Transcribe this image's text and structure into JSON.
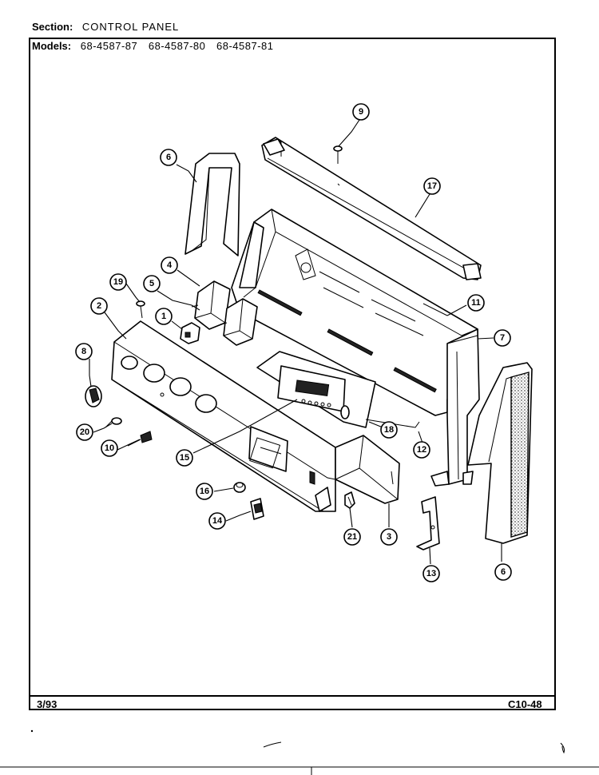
{
  "header": {
    "section_label": "Section:",
    "section_value": "CONTROL PANEL",
    "models_label": "Models:",
    "models": [
      "68-4587-87",
      "68-4587-80",
      "68-4587-81"
    ]
  },
  "footer": {
    "date": "3/93",
    "page_code": "C10-48"
  },
  "callouts": [
    "9",
    "6",
    "17",
    "4",
    "5",
    "19",
    "2",
    "1",
    "11",
    "7",
    "8",
    "20",
    "18",
    "10",
    "15",
    "12",
    "16",
    "14",
    "21",
    "3",
    "13",
    "6"
  ]
}
